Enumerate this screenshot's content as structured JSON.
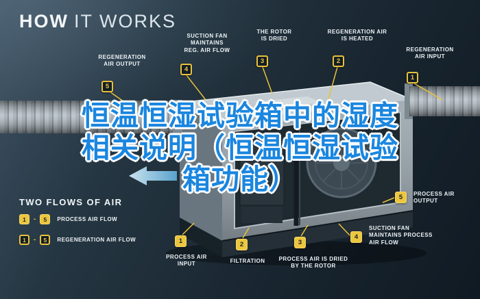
{
  "title": {
    "bold": "HOW",
    "light": "IT WORKS"
  },
  "overlay": {
    "line1": "恒温恒湿试验箱中的湿度",
    "line2": "相关说明（恒温恒湿试验",
    "line3": "箱功能）",
    "color": "#1a86df"
  },
  "callouts": [
    {
      "num": "5",
      "label": "REGENERATION\nAIR OUTPUT"
    },
    {
      "num": "4",
      "label": "SUCTION FAN\nMAINTAINS\nREG. AIR FLOW"
    },
    {
      "num": "3",
      "label": "THE ROTOR\nIS DRIED"
    },
    {
      "num": "2",
      "label": "REGENERATION AIR\nIS HEATED"
    },
    {
      "num": "1",
      "label": "REGENERATION\nAIR INPUT"
    },
    {
      "num": "5",
      "label": "PROCESS AIR\nOUTPUT"
    },
    {
      "num": "4",
      "label": "SUCTION FAN\nMAINTAINS PROCESS\nAIR FLOW"
    },
    {
      "num": "1",
      "label": "PROCESS AIR\nINPUT"
    },
    {
      "num": "2",
      "label": "FILTRATION"
    },
    {
      "num": "3",
      "label": "PROCESS AIR IS DRIED\nBY THE ROTOR"
    }
  ],
  "legend": {
    "heading": "TWO FLOWS OF AIR",
    "rows": [
      {
        "from": "1",
        "dash": "-",
        "to": "5",
        "label": "PROCESS AIR FLOW"
      },
      {
        "from": "1",
        "dash": "-",
        "to": "5",
        "label": "REGENERATION AIR FLOW"
      }
    ]
  },
  "colors": {
    "accent_yellow": "#e9c23c",
    "overlay_blue": "#1a86df",
    "background_dark": "#16222b",
    "machine_gray": "#9aa6ae"
  }
}
